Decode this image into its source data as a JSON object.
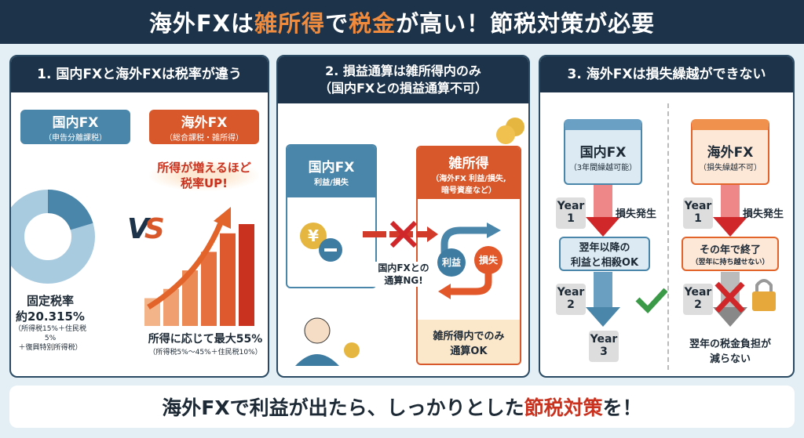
{
  "title": {
    "part1": "海外FXは",
    "part2": "雑所得",
    "part3": "で",
    "part4": "税金",
    "part5": "が高い！節税対策が必要"
  },
  "panel1": {
    "heading": "1. 国内FXと海外FXは税率が違う",
    "domestic": {
      "label": "国内FX",
      "sub": "（申告分離課税）",
      "rate_title": "固定税率",
      "rate": "約20.315%",
      "note1": "（所得税15%＋住民税5%",
      "note2": "＋復興特別所得税）",
      "share_pct": 20.315
    },
    "vs": "VS",
    "overseas": {
      "label": "海外FX",
      "sub": "（総合課税・雑所得）",
      "callout1": "所得が増えるほど",
      "callout2": "税率UP!",
      "rate": "所得に応じて最大55%",
      "note": "（所得税5%〜45%＋住民税10%）",
      "bar_levels": [
        15,
        20,
        30,
        40,
        50,
        55
      ]
    }
  },
  "panel2": {
    "heading1": "2. 損益通算は雑所得内のみ",
    "heading2": "（国内FXとの損益通算不可）",
    "domestic": {
      "label": "国内FX",
      "sub": "利益/損失"
    },
    "misc": {
      "label": "雑所得",
      "sub1": "（海外FX 利益/損失,",
      "sub2": "暗号資産など）",
      "profit": "利益",
      "loss": "損失",
      "ok1": "雑所得内でのみ",
      "ok2": "通算OK"
    },
    "ng1": "国内FXとの",
    "ng2": "通算NG!",
    "yen": "¥"
  },
  "panel3": {
    "heading": "3. 海外FXは損失繰越ができない",
    "left": {
      "label": "国内FX",
      "sub": "（3年間繰越可能）",
      "year1": "Year",
      "n1": "1",
      "loss": "損失発生",
      "box1": "翌年以降の",
      "box2": "利益と相殺OK",
      "year2": "Year",
      "n2": "2",
      "year3": "Year",
      "n3": "3"
    },
    "right": {
      "label": "海外FX",
      "sub": "（損失繰越不可）",
      "year1": "Year",
      "n1": "1",
      "loss": "損失発生",
      "box1": "その年で終了",
      "box2": "（翌年に持ち越せない）",
      "year2": "Year",
      "n2": "2",
      "result1": "翌年の税金負担が",
      "result2": "減らない"
    }
  },
  "bottom": {
    "part1": "海外FXで利益が出たら、しっかりとした",
    "part2": "節税対策",
    "part3": "を！"
  },
  "colors": {
    "navy": "#1c3349",
    "blue": "#4a86aa",
    "orange": "#d9582b",
    "red": "#c8321f"
  }
}
